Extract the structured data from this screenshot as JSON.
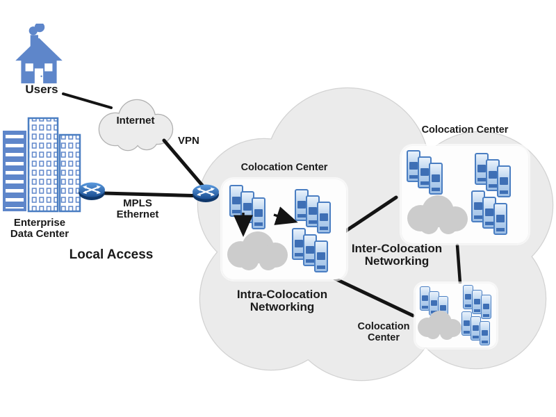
{
  "colors": {
    "icon_blue": "#5e86ca",
    "server_fill": "#a9c7e9",
    "server_panel": "#3e6fb5",
    "server_border": "#4a7ec2",
    "router_blue_dark": "#10386b",
    "router_blue_light": "#4e8fd4",
    "big_cloud_fill": "#ebebeb",
    "big_cloud_border": "#d2d2d2",
    "internet_cloud_fill": "#ececec",
    "internet_cloud_border": "#b0b0b0",
    "inner_cloud_fill": "#cccccc",
    "connector_black": "#141414",
    "box_white": "#fdfdfd"
  },
  "icons": {
    "users": "house-icon",
    "enterprise": "buildings-icon",
    "access_router": "router-icon",
    "server": "server-icon",
    "internet": "cloud-icon",
    "colocation_network": "big-cloud-icon",
    "datacenter_cloud": "inner-cloud-icon"
  },
  "labels": {
    "users": "Users",
    "internet": "Internet",
    "vpn": "VPN",
    "mpls_line1": "MPLS",
    "mpls_line2": "Ethernet",
    "local_access": "Local Access",
    "enterprise_line1": "Enterprise",
    "enterprise_line2": "Data Center",
    "colo_mid_title": "Colocation Center",
    "colo_top_right_title": "Colocation Center",
    "colo_bottom_line1": "Colocation",
    "colo_bottom_line2": "Center",
    "intra_line1": "Intra-Colocation",
    "intra_line2": "Networking",
    "inter_line1": "Inter-Colocation",
    "inter_line2": "Networking"
  }
}
